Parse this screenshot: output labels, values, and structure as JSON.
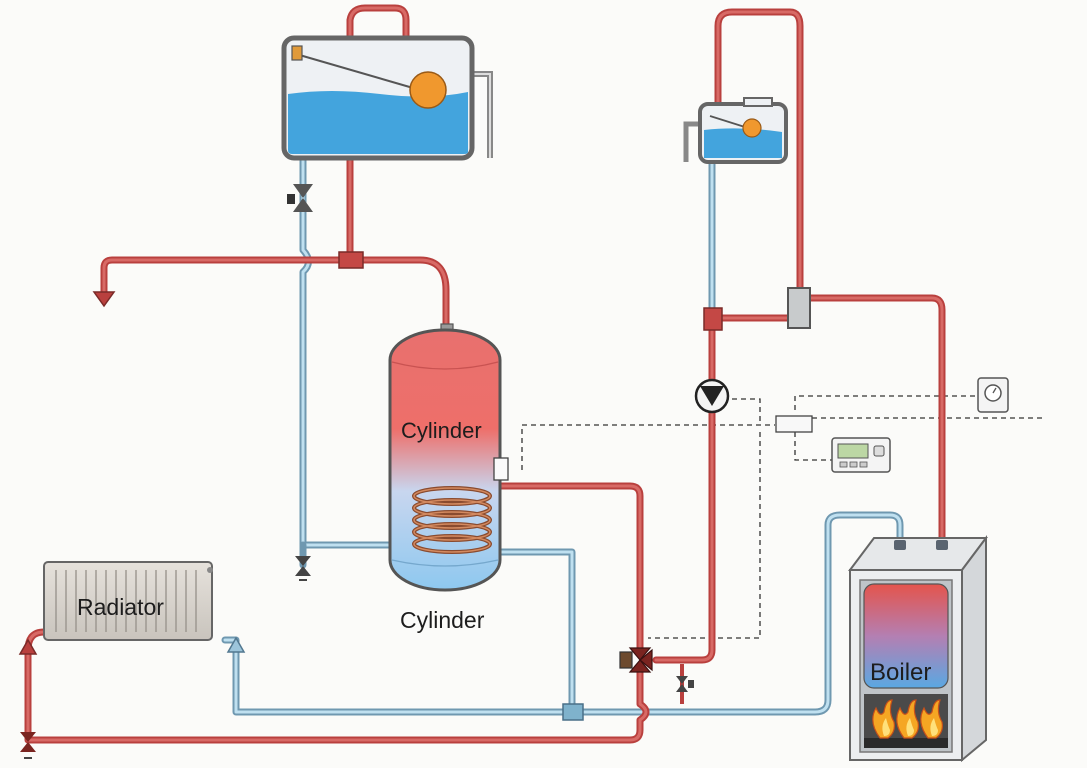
{
  "labels": {
    "cylinder_upper": "Cylinder",
    "cylinder_lower": "Cylinder",
    "radiator": "Radiator",
    "boiler": "Boiler"
  },
  "colors": {
    "hot_pipe": "#b9403e",
    "cold_pipe": "#6f98b0",
    "water": "#4aa6dd",
    "float_ball": "#f0982e",
    "control_wiring": "#333333"
  },
  "icons": {
    "pump": "pump-icon",
    "valve": "valve-icon",
    "flame": "flame-icon"
  }
}
